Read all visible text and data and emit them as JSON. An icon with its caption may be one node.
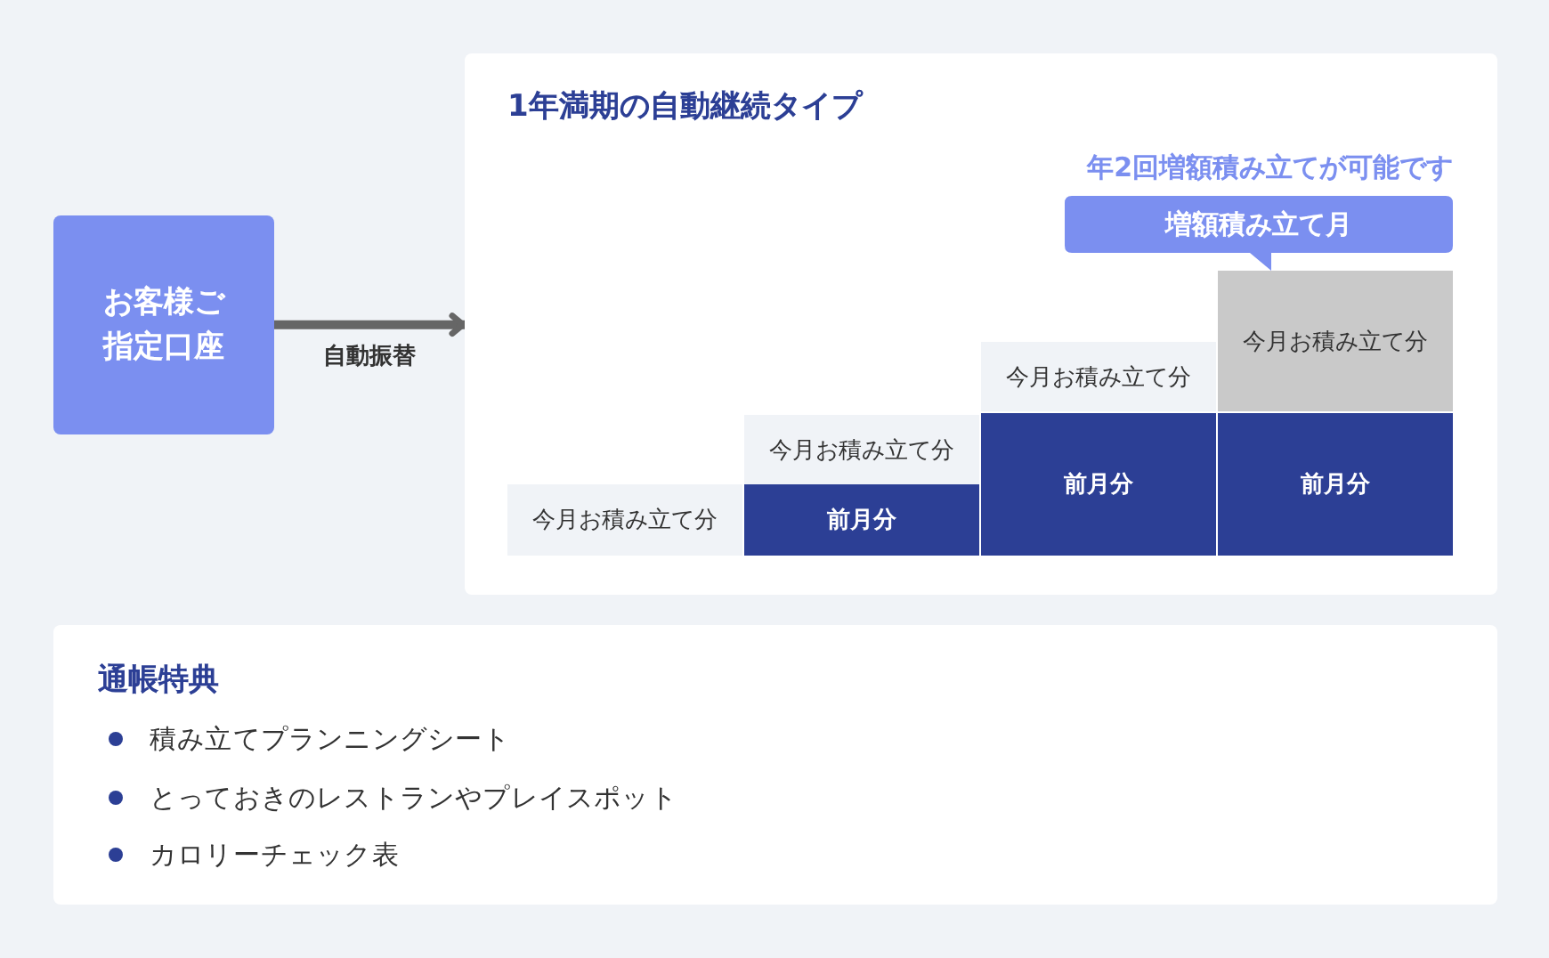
{
  "diagram": {
    "nodes": [
      {
        "text": [
          "お客様ご指定口座"
        ]
      },
      {
        "text": [
          "1年満期の自動継続タイプ"
        ]
      },
      {
        "text": [
          "増額積み立て月"
        ],
        "in": 1,
        "beside": [
          "年2回増額積み立てが可能です"
        ]
      },
      {
        "text": [
          "今月お積み立て分"
        ],
        "in": 1
      },
      {
        "text": [
          "今月お積み立て分"
        ],
        "in": 1
      },
      {
        "text": [
          "前月分"
        ],
        "in": 1
      },
      {
        "text": [
          "今月お積み立て分"
        ],
        "in": 1
      },
      {
        "text": [
          "前月分"
        ],
        "in": 1
      },
      {
        "text": [
          "今月お積み立て分"
        ],
        "in": 1
      },
      {
        "text": [
          "前月分"
        ],
        "in": 1
      },
      {
        "text": [
          "通帳特典",
          "積み立てプランニングシート",
          "とっておきのレストランやプレイスポット",
          "カロリーチェック表"
        ]
      }
    ],
    "edges": [
      {
        "from": 0,
        "to": 1,
        "arrow": "to",
        "label": "自動振替"
      }
    ]
  }
}
